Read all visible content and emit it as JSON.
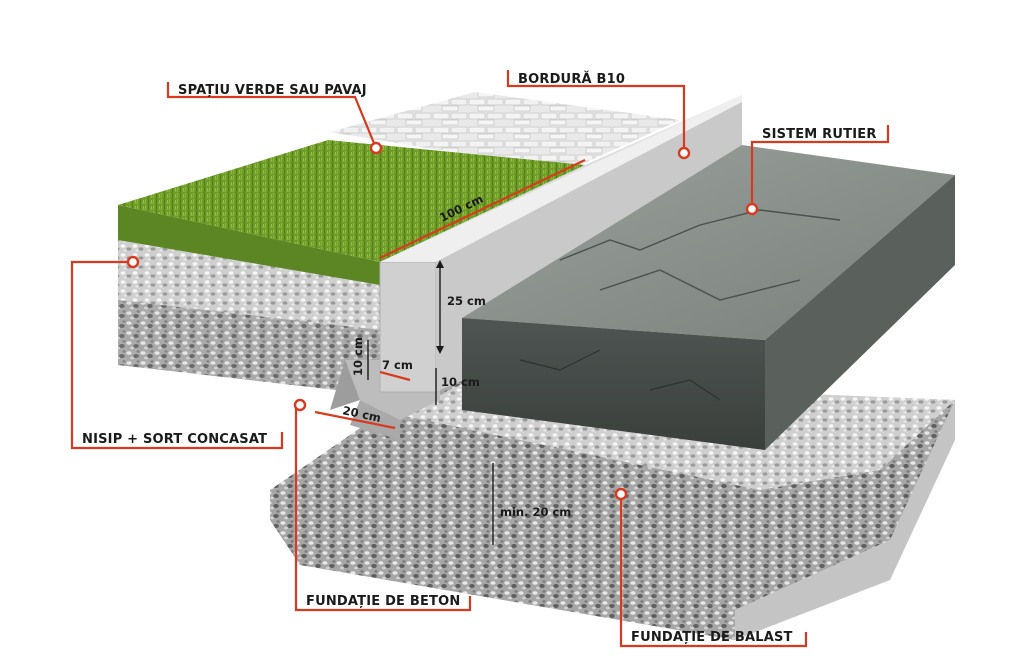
{
  "labels": {
    "green_or_paving": "SPAȚIU VERDE SAU PAVAJ",
    "curb": "BORDURĂ B10",
    "road_system": "SISTEM RUTIER",
    "sand_gravel": "NISIP + SORT CONCASAT",
    "concrete_foundation": "FUNDAȚIE DE BETON",
    "ballast_foundation": "FUNDAȚIE DE BALAST"
  },
  "dimensions": {
    "length": "100 cm",
    "curb_height": "25 cm",
    "embed_depth": "10 cm",
    "curb_width": "7 cm",
    "foundation_height": "10 cm",
    "foundation_width": "20 cm",
    "ballast_thickness": "min. 20 cm"
  },
  "colors": {
    "leader": "#d93a1f",
    "grass": "#6f9a2a",
    "asphalt": "#6e7470",
    "gravel": "#9a9a9a",
    "curb": "#d6d6d6"
  }
}
